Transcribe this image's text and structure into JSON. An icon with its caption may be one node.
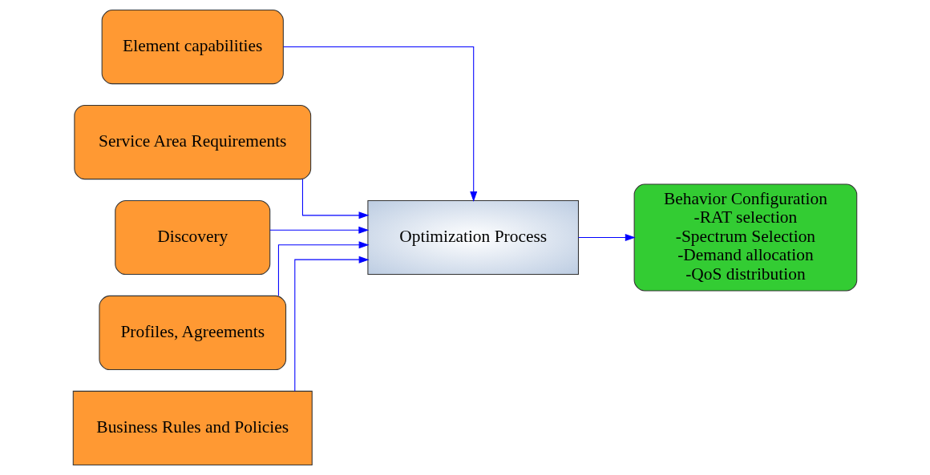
{
  "diagram": {
    "nodes": [
      {
        "text": [
          "Element capabilities"
        ]
      },
      {
        "text": [
          "Service Area Requirements"
        ]
      },
      {
        "text": [
          "Discovery"
        ]
      },
      {
        "text": [
          "Profiles, Agreements"
        ]
      },
      {
        "text": [
          "Business Rules and Policies"
        ]
      },
      {
        "text": [
          "Optimization Process"
        ]
      },
      {
        "text": [
          "Behavior Configuration",
          "-RAT selection",
          "-Spectrum Selection",
          "-Demand allocation",
          "-QoS distribution"
        ]
      }
    ],
    "edges": [
      {
        "from": 0,
        "to": 5,
        "arrow": "to"
      },
      {
        "from": 1,
        "to": 5,
        "arrow": "to"
      },
      {
        "from": 2,
        "to": 5,
        "arrow": "to"
      },
      {
        "from": 3,
        "to": 5,
        "arrow": "to"
      },
      {
        "from": 4,
        "to": 5,
        "arrow": "to"
      },
      {
        "from": 5,
        "to": 6,
        "arrow": "to"
      }
    ]
  }
}
